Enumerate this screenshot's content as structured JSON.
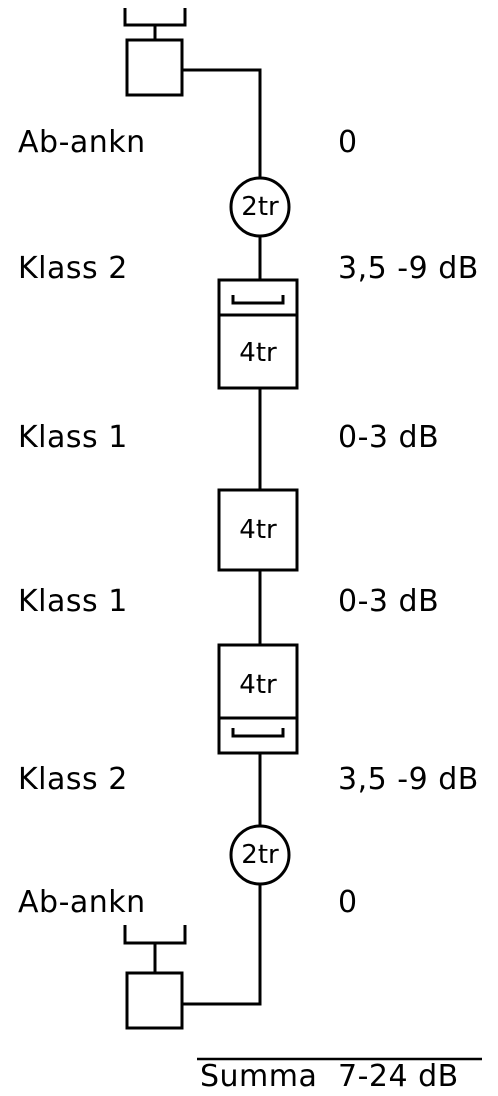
{
  "stages": [
    {
      "name": "Ab-ankn",
      "loss": "0"
    },
    {
      "name": "Klass 2",
      "loss": "3,5 -9 dB"
    },
    {
      "name": "Klass 1",
      "loss": "0-3 dB"
    },
    {
      "name": "Klass 1",
      "loss": "0-3 dB"
    },
    {
      "name": "Klass 2",
      "loss": "3,5 -9 dB"
    },
    {
      "name": "Ab-ankn",
      "loss": "0"
    }
  ],
  "nodes": {
    "hybrid_top": "2tr",
    "exchange_1": "4tr",
    "exchange_2": "4tr",
    "exchange_3": "4tr",
    "hybrid_bottom": "2tr"
  },
  "summary": {
    "label": "Summa",
    "value": "7-24 dB"
  }
}
